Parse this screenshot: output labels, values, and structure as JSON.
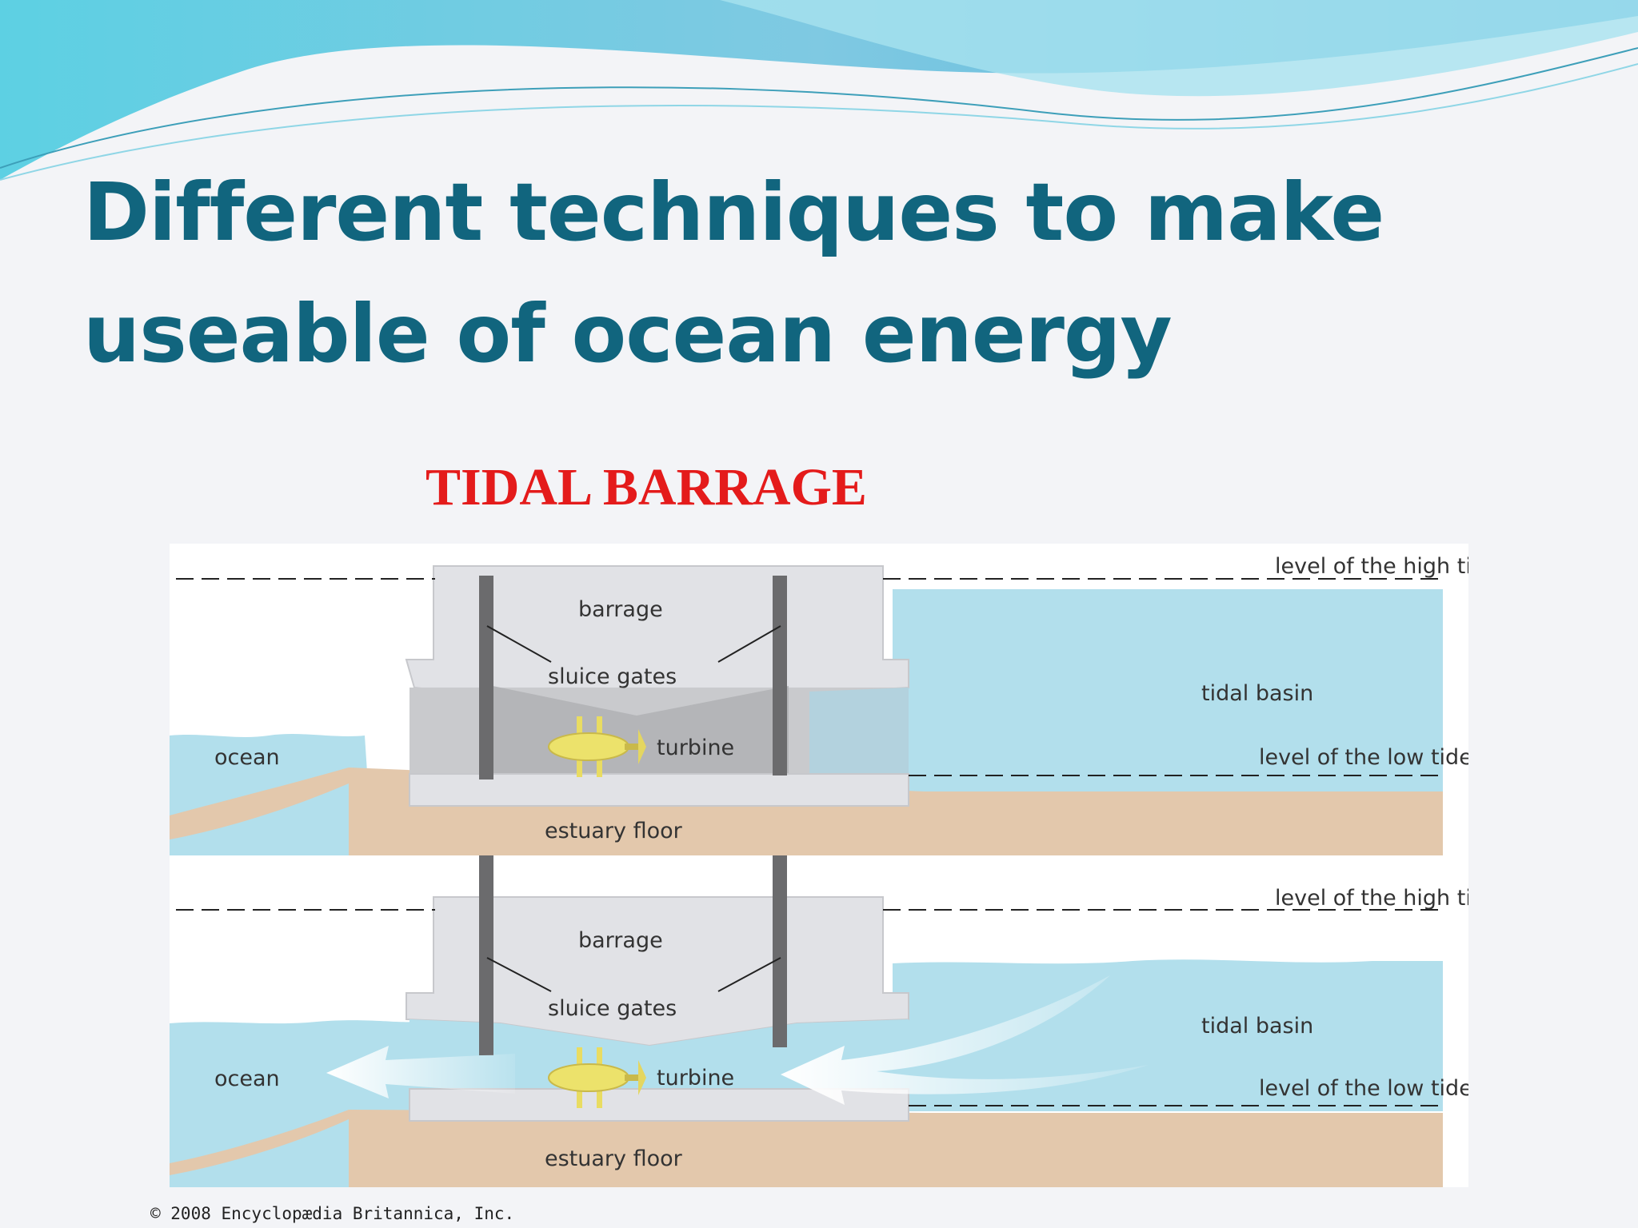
{
  "slide": {
    "title_line1": "Different techniques to make",
    "title_line2": "useable of ocean energy",
    "subtitle": "TIDAL BARRAGE"
  },
  "diagram": {
    "panels": [
      {
        "labels": {
          "high_tide": "level of the high tide",
          "barrage": "barrage",
          "sluice_gates": "sluice gates",
          "tidal_basin": "tidal basin",
          "ocean": "ocean",
          "turbine": "turbine",
          "low_tide": "level of the low tide",
          "estuary_floor": "estuary floor"
        }
      },
      {
        "labels": {
          "high_tide": "level of the high tide",
          "barrage": "barrage",
          "sluice_gates": "sluice gates",
          "tidal_basin": "tidal basin",
          "ocean": "ocean",
          "turbine": "turbine",
          "low_tide": "level of the low tide",
          "estuary_floor": "estuary floor"
        }
      }
    ],
    "copyright": "© 2008 Encyclopædia Britannica, Inc."
  },
  "colors": {
    "title": "#11657e",
    "subtitle": "#e41b1b",
    "water": "#b2dfec",
    "floor": "#e3c8ac",
    "barrage": "#e1e2e6",
    "turbine": "#ece26b"
  }
}
